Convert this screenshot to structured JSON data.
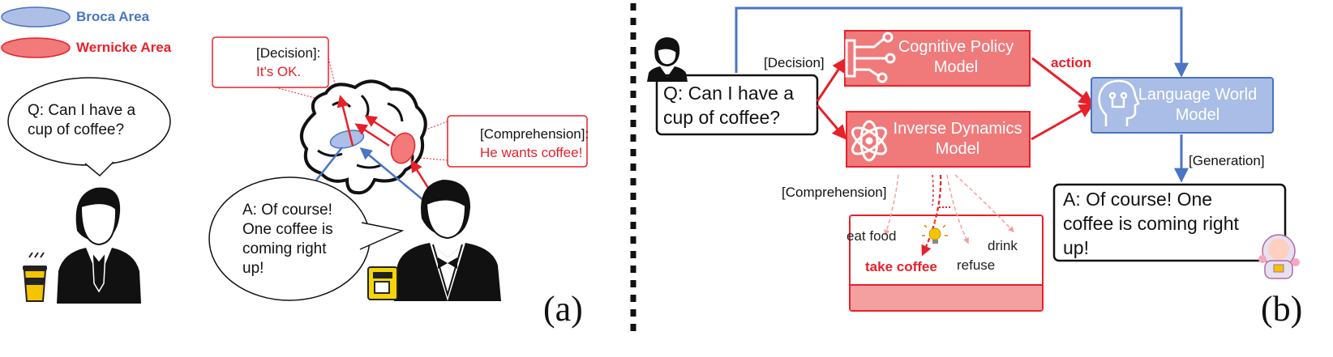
{
  "colors": {
    "broca": "#4a74c4",
    "wernicke": "#e8202a",
    "policy_fill": "#f07a7a",
    "policy_border": "#e8202a",
    "world_fill": "#a9bde6",
    "world_border": "#4a74c4"
  },
  "legend": {
    "broca": "Broca Area",
    "wernicke": "Wernicke Area"
  },
  "panel_a": {
    "question": [
      "Q: Can I have a",
      "cup of coffee?"
    ],
    "decision_tag": "[Decision]:",
    "decision_value": "It's OK.",
    "comprehension_tag": "[Comprehension]:",
    "comprehension_value": "He wants coffee!",
    "answer": [
      "A: Of course!",
      "One coffee is",
      "coming right",
      "up!"
    ],
    "label": "(a)",
    "icons": [
      "person-icon",
      "coffee-cup-icon",
      "brain-icon",
      "waiter-icon",
      "coffee-machine-icon"
    ]
  },
  "panel_b": {
    "question": [
      "Q: Can I have a",
      "cup of coffee?"
    ],
    "decision_tag": "[Decision]",
    "policy_model": [
      "Cognitive Policy",
      "Model"
    ],
    "inverse_model": [
      "Inverse Dynamics",
      "Model"
    ],
    "action_label": "action",
    "world_model": [
      "Language World",
      "Model"
    ],
    "generation_tag": "[Generation]",
    "comprehension_tag": "[Comprehension]",
    "options": {
      "eat_food": "eat food",
      "take_coffee": "take coffee",
      "refuse": "refuse",
      "drink": "drink"
    },
    "answer": [
      "A: Of course! One",
      "coffee is coming right",
      "up!"
    ],
    "label": "(b)",
    "icons": [
      "person-icon",
      "circuit-icon",
      "atom-icon",
      "head-icon",
      "lightbulb-icon",
      "robot-icon"
    ]
  }
}
